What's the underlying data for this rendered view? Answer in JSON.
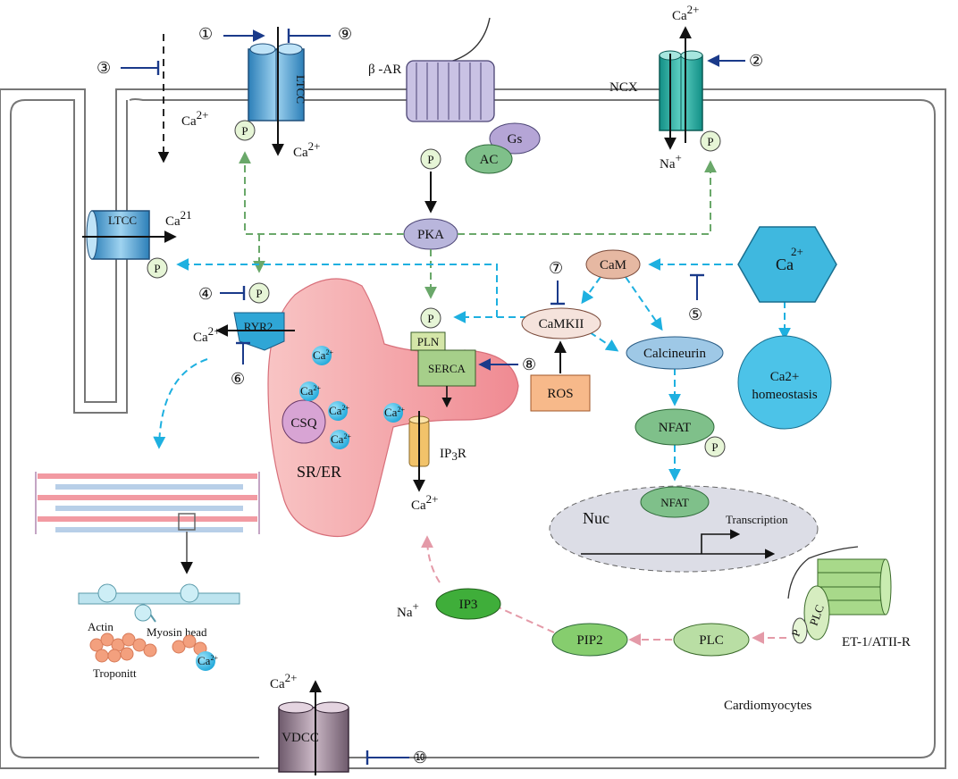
{
  "colors": {
    "green_arrow": "#6aa86a",
    "blue_arrow": "#1eb0e0",
    "pink_arrow": "#e49aa8",
    "inhibitor": "#1a3a8a",
    "sr_fill": "#f4a6a8",
    "ca_ion": "#3cc0ea",
    "p_fill": "#e6f5d6"
  },
  "labels": {
    "ca2plus": "Ca",
    "sup_2plus": "2+",
    "ca21_sup": "21",
    "na": "Na",
    "sup_plus": "+",
    "p": "P",
    "ltcc": "LTCC",
    "beta_ar": "β -AR",
    "ncx": "NCX",
    "gs": "Gs",
    "ac": "AC",
    "pka": "PKA",
    "cam": "CaM",
    "camkii": "CaMKII",
    "calcineurin": "Calcineurin",
    "hexagon_ca": "Ca",
    "ca_homeostasis_1": "Ca2+",
    "ca_homeostasis_2": "homeostasis",
    "ryr2": "RYR2",
    "pln": "PLN",
    "serca": "SERCA",
    "ros": "ROS",
    "csq": "CSQ",
    "sr_er": "SR/ER",
    "ip3r_a": "IP",
    "ip3r_b": "3",
    "ip3r_c": "R",
    "nfat": "NFAT",
    "nuc": "Nuc",
    "transcription": "Transcription",
    "actin": "Actin",
    "myosin_head": "Myosin head",
    "troponin": "Troponitt",
    "ip3": "IP3",
    "pip2": "PIP2",
    "plc": "PLC",
    "receptor": "ET-1/ATII-R",
    "cardiomyocytes": "Cardiomyocytes",
    "vdcc": "VDCC"
  },
  "markers": {
    "m1": "①",
    "m2": "②",
    "m3": "③",
    "m4": "④",
    "m5": "⑤",
    "m6": "⑥",
    "m7": "⑦",
    "m8": "⑧",
    "m9": "⑨",
    "m10": "⑩"
  }
}
